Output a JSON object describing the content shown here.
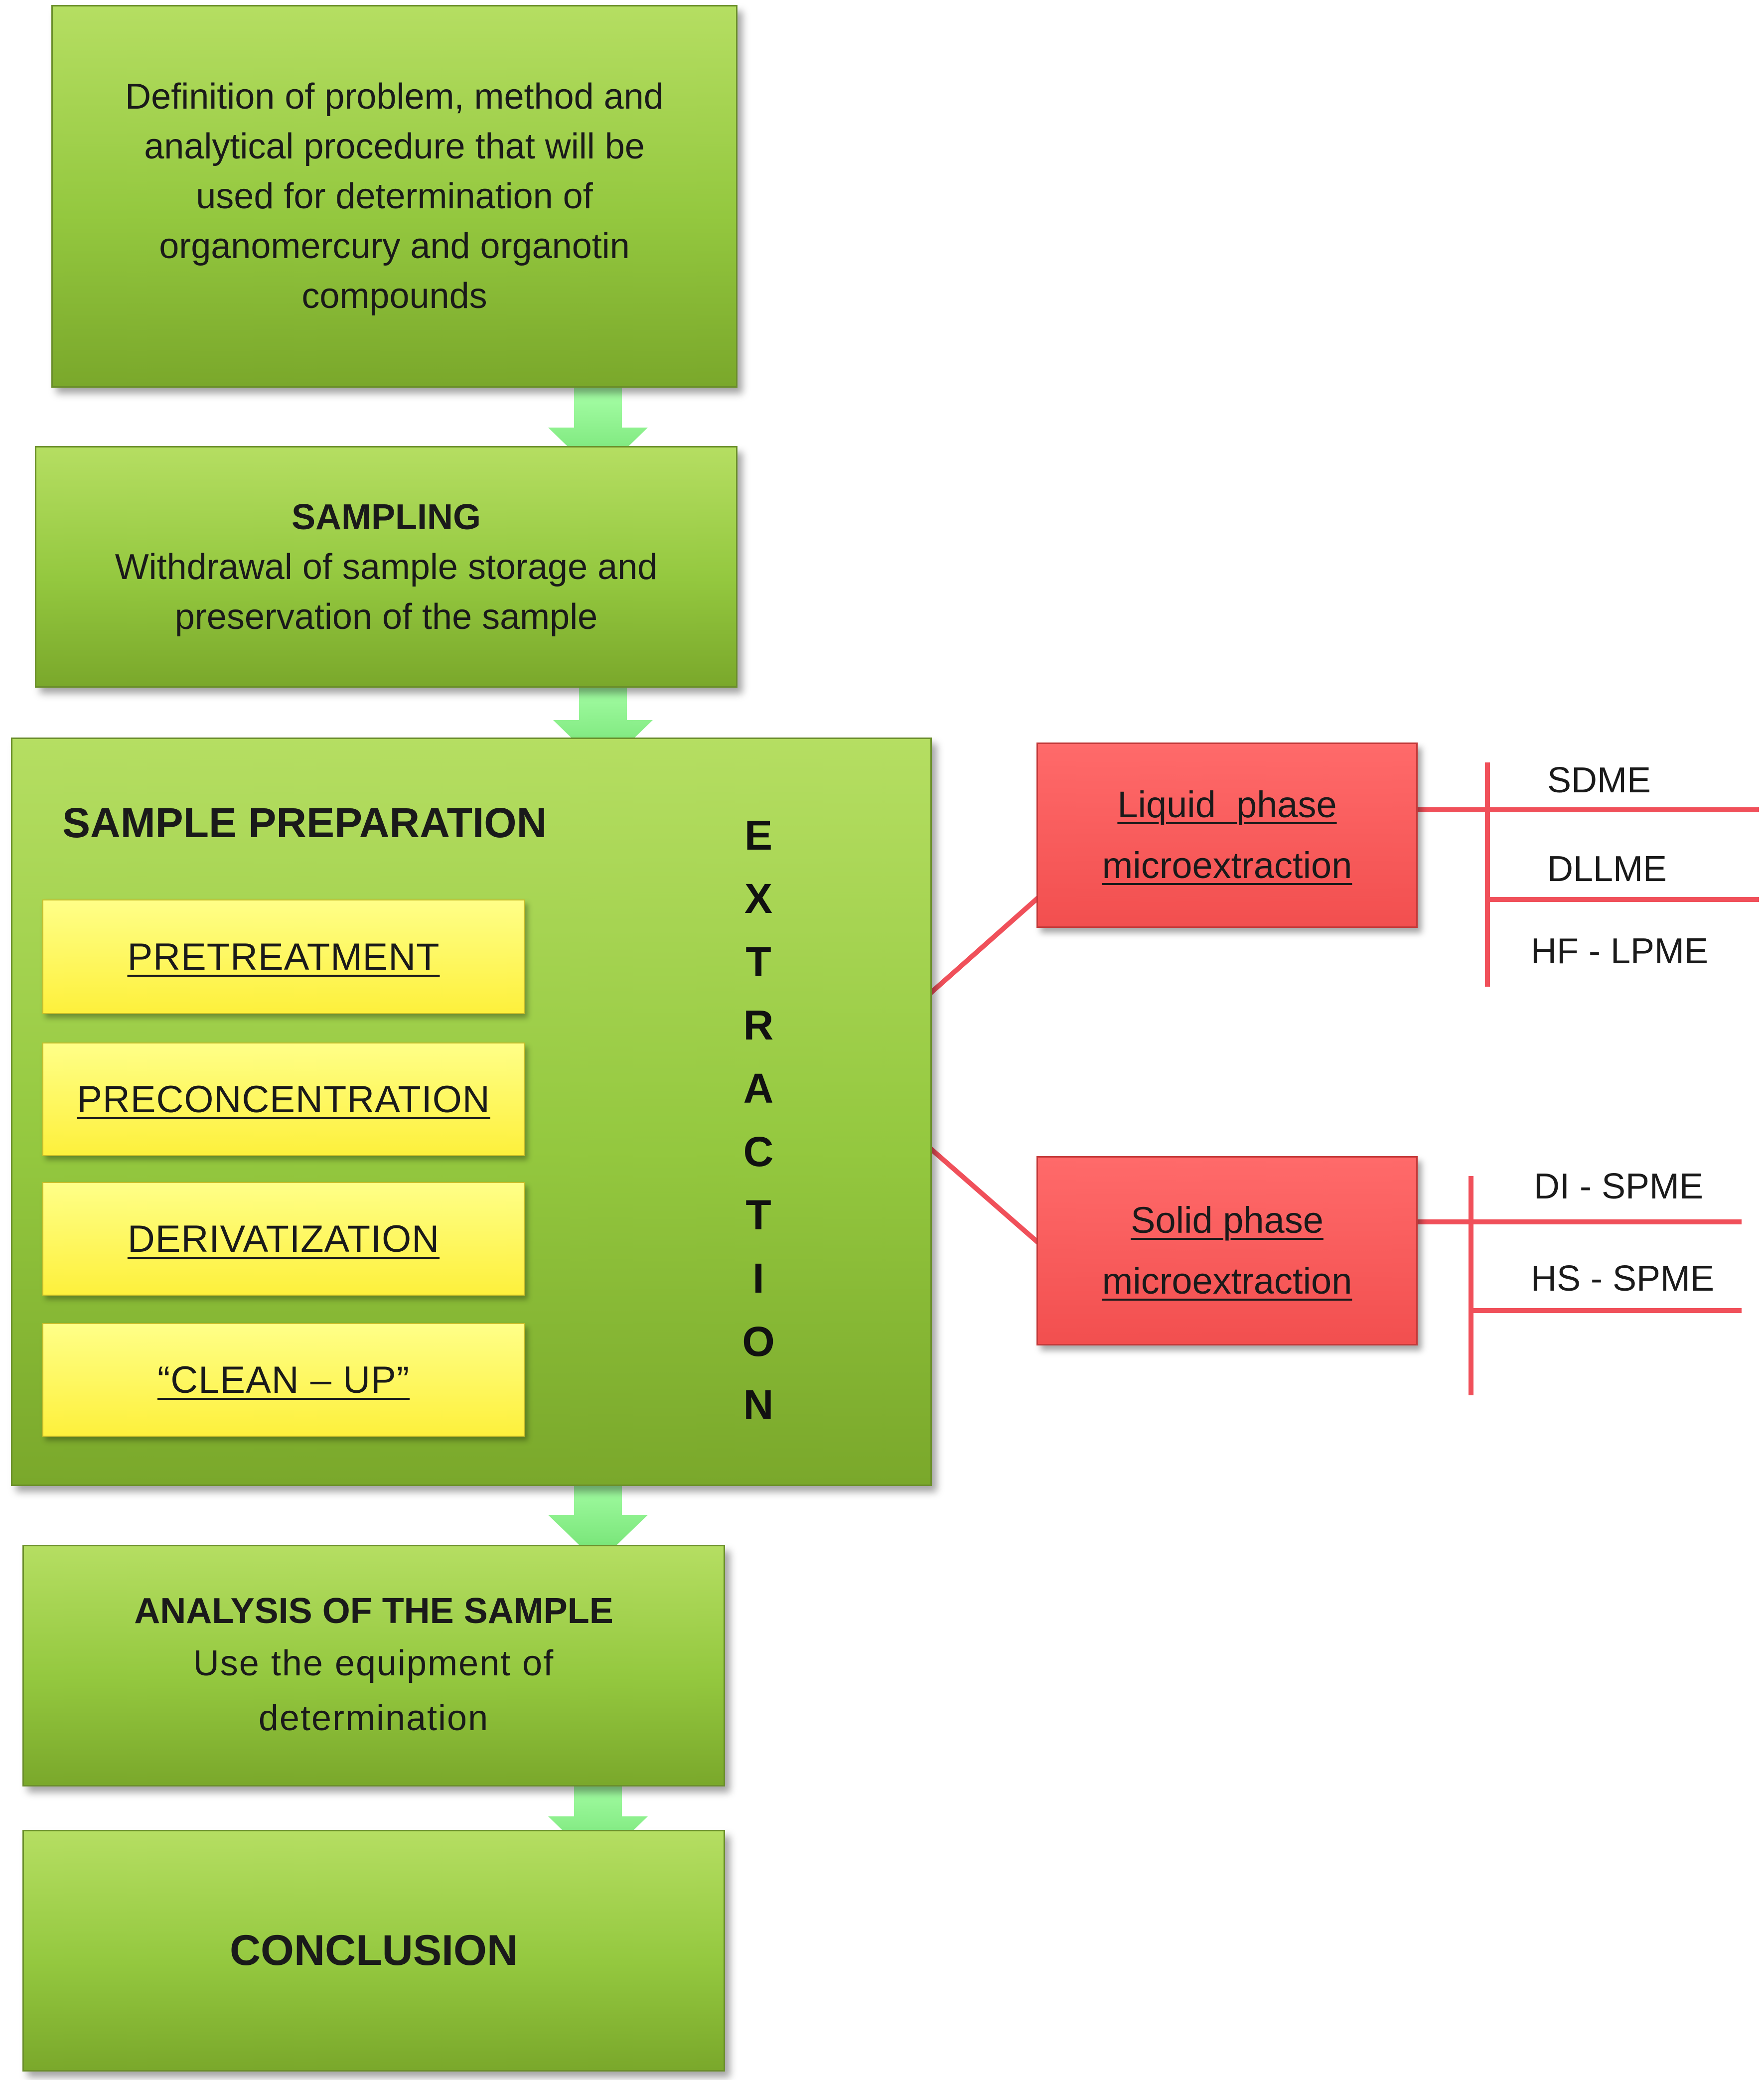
{
  "steps": {
    "definition": [
      "Definition of problem, method and",
      "analytical procedure that will be",
      "used for determination of",
      "organomercury and organotin",
      "compounds"
    ],
    "sampling": {
      "title": "SAMPLING",
      "lines": [
        "Withdrawal of sample storage and",
        "preservation of the sample"
      ]
    },
    "sample_preparation": {
      "title": "SAMPLE PREPARATION",
      "substeps": [
        "PRETREATMENT",
        "PRECONCENTRATION",
        "DERIVATIZATION",
        "“CLEAN – UP”"
      ],
      "extraction_letters": [
        "E",
        "X",
        "T",
        "R",
        "A",
        "C",
        "T",
        "I",
        "O",
        "N"
      ]
    },
    "analysis": {
      "title": "ANALYSIS OF THE SAMPLE",
      "lines": [
        "Use the equipment of",
        "determination"
      ]
    },
    "conclusion": "CONCLUSION"
  },
  "extraction_methods": {
    "liquid": {
      "lines": [
        "Liquid  phase",
        "microextraction"
      ],
      "techniques": [
        "SDME",
        "DLLME",
        "HF - LPME"
      ]
    },
    "solid": {
      "lines": [
        "Solid phase",
        "microextraction"
      ],
      "techniques": [
        "DI - SPME",
        "HS - SPME"
      ]
    }
  },
  "colors": {
    "green_box": "#94c83f",
    "yellow_box": "#fdf03c",
    "red_box": "#f24f4f",
    "arrow": "#8ef58e",
    "connector": "#f0505a",
    "ellipse": "#c62f2f"
  }
}
